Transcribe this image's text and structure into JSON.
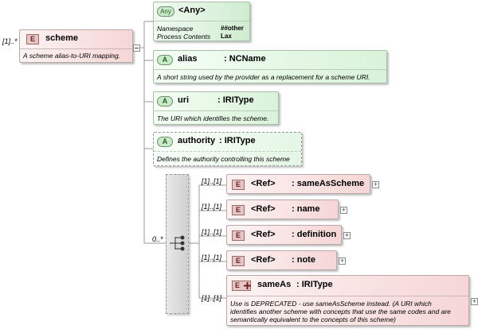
{
  "root": {
    "cardinality": "[1]..*",
    "badge": "E",
    "name": "scheme",
    "doc": "A scheme alias-to-URI mapping."
  },
  "any": {
    "badge": "Any",
    "name": "<Any>",
    "ns_label": "Namespace",
    "ns_value": "##other",
    "pc_label": "Process Contents",
    "pc_value": "Lax"
  },
  "attrs": [
    {
      "badge": "A",
      "name": "alias",
      "type": ": NCName",
      "doc": "A short string used by the provider as a replacement for a scheme URI."
    },
    {
      "badge": "A",
      "name": "uri",
      "type": ": IRIType",
      "doc": "The URI which identifies the scheme."
    },
    {
      "badge": "A",
      "name": "authority",
      "type": ": IRIType",
      "doc": "Defines the authority controlling this scheme"
    }
  ],
  "sequence": {
    "cardinality": "0..*"
  },
  "children": [
    {
      "cardinality": "[1]..[1]",
      "badge": "E",
      "ref": "<Ref>",
      "name": ": sameAsScheme"
    },
    {
      "cardinality": "[1]..[1]",
      "badge": "E",
      "ref": "<Ref>",
      "name": ": name"
    },
    {
      "cardinality": "[1]..[1]",
      "badge": "E",
      "ref": "<Ref>",
      "name": ": definition"
    },
    {
      "cardinality": "[1]..[1]",
      "badge": "E",
      "ref": "<Ref>",
      "name": ": note"
    }
  ],
  "sameAs": {
    "cardinality": "[1]..[1]",
    "badge": "E",
    "name": "sameAs",
    "type": ": IRIType",
    "doc": [
      "Use is DEPRECATED - use sameAsScheme instead. (A URI which",
      "identifies another scheme with concepts that use the same codes and are",
      "semantically equivalent to the concepts of this scheme)"
    ]
  },
  "colors": {
    "element_fill": "#f6d6d6",
    "attribute_fill": "#d9f2d9",
    "sequence_fill": "#d0d0d0",
    "line": "#9a9a9a"
  }
}
